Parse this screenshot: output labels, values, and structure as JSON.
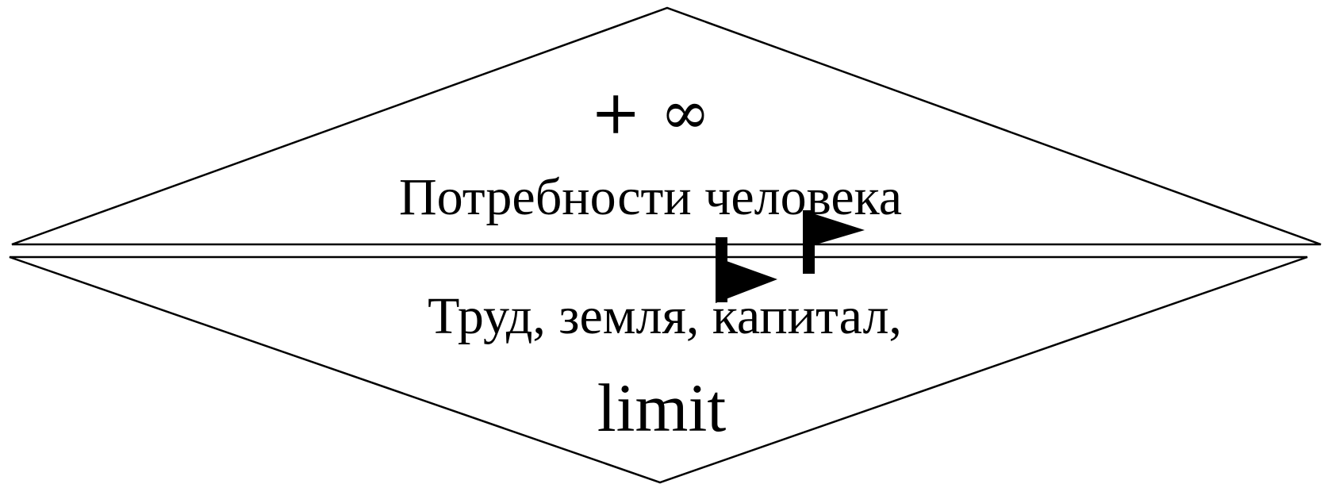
{
  "diagram": {
    "top_symbol": "+ ∞",
    "top_label": "Потребности человека",
    "bottom_label": "Труд, земля, капитал,",
    "bottom_symbol": "limit"
  },
  "colors": {
    "stroke": "#000000",
    "background": "#ffffff"
  },
  "icons": [
    "flag-icon",
    "flag-icon"
  ]
}
